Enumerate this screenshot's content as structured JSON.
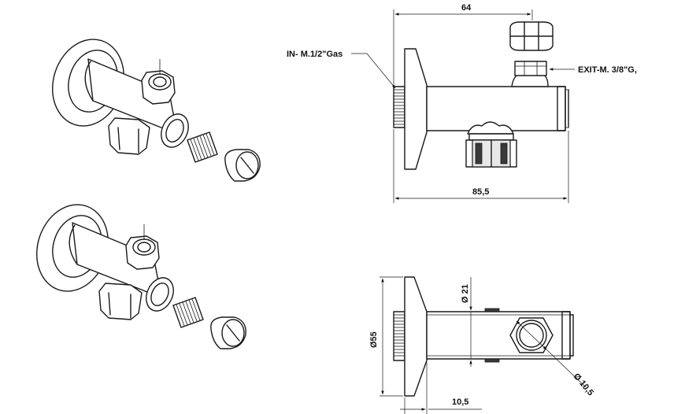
{
  "labels": {
    "dim_64": "64",
    "dim_85_5": "85,5",
    "inlet": "IN- M.1/2\"Gas",
    "outlet": "EXIT-M. 3/8\"G,",
    "dia_21": "Ø 21",
    "dia_55": "Ø55",
    "dia_10_5": "Ø 10,5",
    "dim_10_5": "10,5"
  }
}
